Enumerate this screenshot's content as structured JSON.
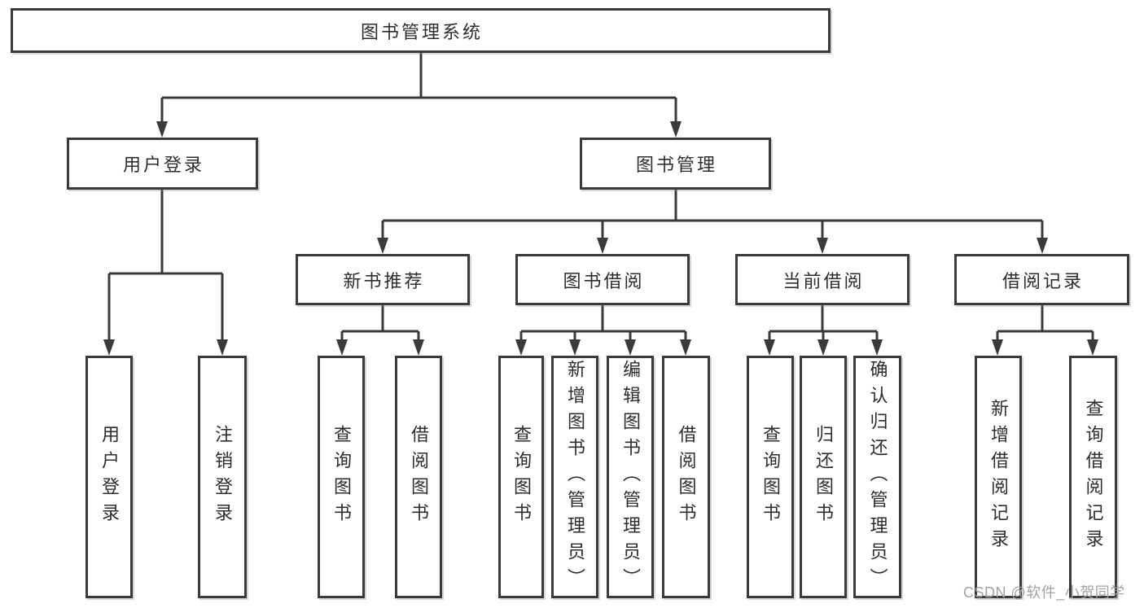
{
  "diagram": {
    "tree": {
      "label": "图书管理系统",
      "children": [
        {
          "label": "用户登录",
          "children": [
            {
              "label": "用户登录"
            },
            {
              "label": "注销登录"
            }
          ]
        },
        {
          "label": "图书管理",
          "children": [
            {
              "label": "新书推荐",
              "children": [
                {
                  "label": "查询图书"
                },
                {
                  "label": "借阅图书"
                }
              ]
            },
            {
              "label": "图书借阅",
              "children": [
                {
                  "label": "查询图书"
                },
                {
                  "label": "新增图书（管理员）"
                },
                {
                  "label": "编辑图书（管理员）"
                },
                {
                  "label": "借阅图书"
                }
              ]
            },
            {
              "label": "当前借阅",
              "children": [
                {
                  "label": "查询图书"
                },
                {
                  "label": "归还图书"
                },
                {
                  "label": "确认归还（管理员）"
                }
              ]
            },
            {
              "label": "借阅记录",
              "children": [
                {
                  "label": "新增借阅记录"
                },
                {
                  "label": "查询借阅记录"
                }
              ]
            }
          ]
        }
      ]
    },
    "colors": {
      "line": "#3a3a3a",
      "text": "#2d2d2d",
      "background": "#ffffff",
      "watermark": "#a3a3a3"
    }
  },
  "watermark": {
    "text": "CSDN @软件_小贺同学"
  }
}
